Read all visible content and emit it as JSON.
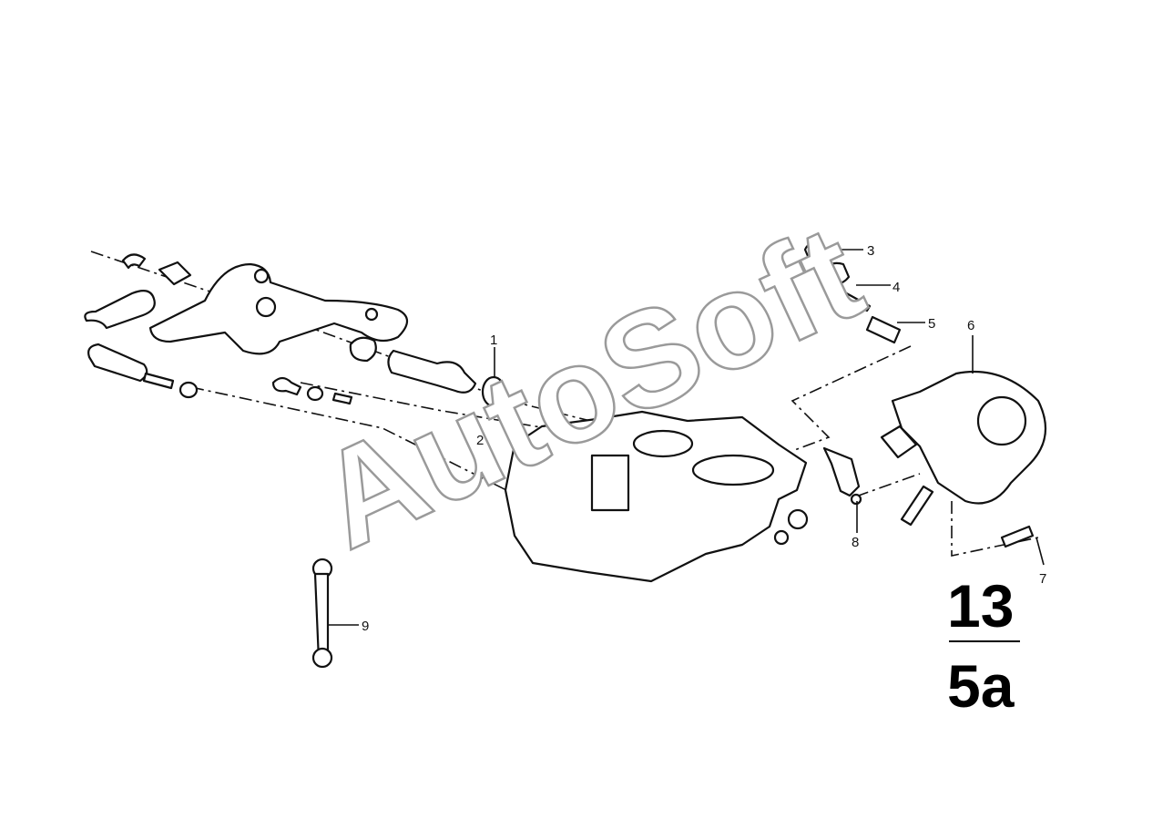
{
  "watermark": "AutoSoft",
  "callouts": [
    "1",
    "2",
    "3",
    "4",
    "5",
    "6",
    "7",
    "8",
    "9"
  ],
  "sheet": {
    "group": "13",
    "page": "5a"
  }
}
